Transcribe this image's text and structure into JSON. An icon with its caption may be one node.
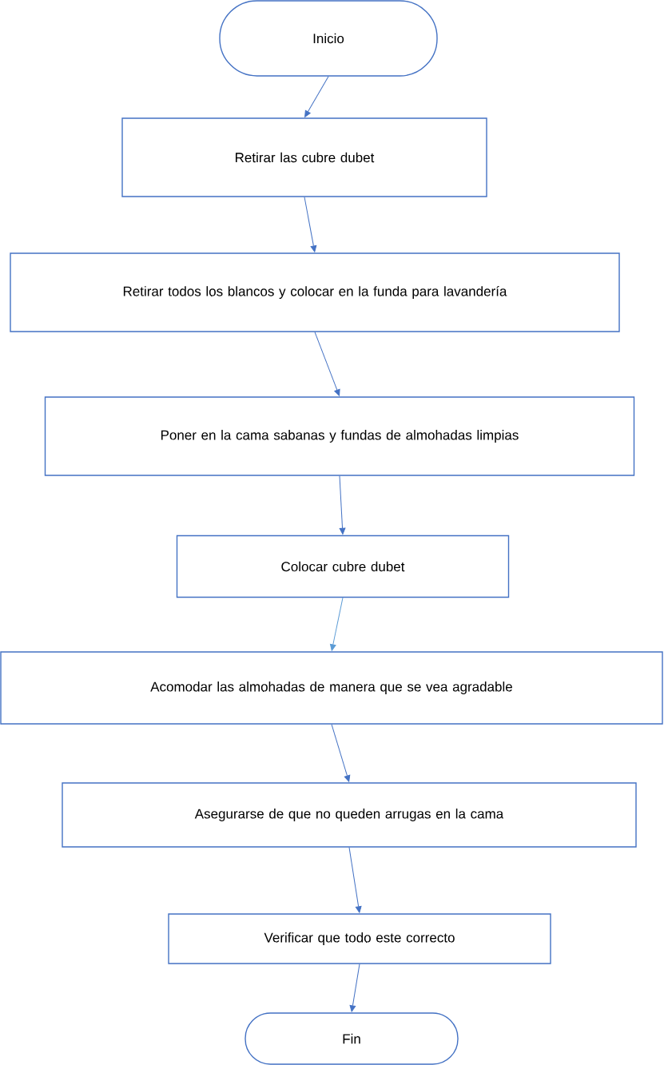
{
  "diagram": {
    "nodes": [
      {
        "text": [
          "Inicio"
        ]
      },
      {
        "text": [
          "Retirar las cubre dubet"
        ]
      },
      {
        "text": [
          "Retirar todos los blancos y colocar en la funda para lavandería"
        ]
      },
      {
        "text": [
          "Poner en la cama sabanas y fundas de almohadas limpias"
        ]
      },
      {
        "text": [
          "Colocar cubre dubet"
        ]
      },
      {
        "text": [
          "Acomodar las almohadas de manera que se vea agradable"
        ]
      },
      {
        "text": [
          "Asegurarse de que no queden arrugas en la cama"
        ]
      },
      {
        "text": [
          "Verificar que todo este correcto"
        ]
      },
      {
        "text": [
          "Fin"
        ]
      }
    ],
    "edges": [
      {
        "from": 0,
        "to": 1,
        "arrow": "to"
      },
      {
        "from": 1,
        "to": 2,
        "arrow": "to"
      },
      {
        "from": 2,
        "to": 3,
        "arrow": "to"
      },
      {
        "from": 3,
        "to": 4,
        "arrow": "to"
      },
      {
        "from": 4,
        "to": 5,
        "arrow": "to",
        "color": "#5b9bd5"
      },
      {
        "from": 5,
        "to": 6,
        "arrow": "to"
      },
      {
        "from": 6,
        "to": 7,
        "arrow": "to"
      },
      {
        "from": 7,
        "to": 8,
        "arrow": "to"
      }
    ]
  }
}
